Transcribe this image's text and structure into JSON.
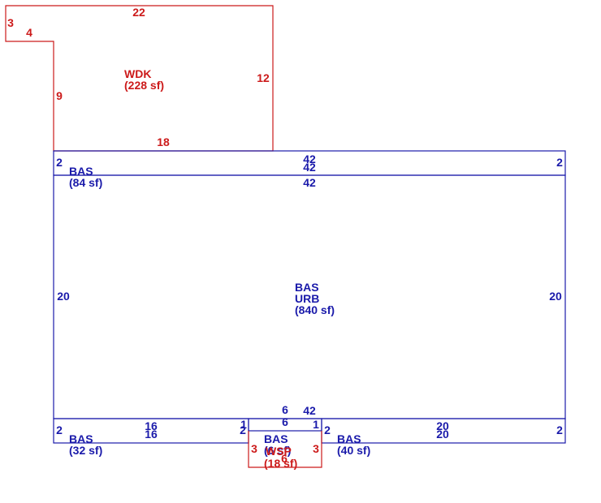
{
  "colors": {
    "building": "#1a1aaa",
    "deck": "#cc1a1a"
  },
  "areas": {
    "wdk": {
      "code": "WDK",
      "area": "(228 sf)"
    },
    "bas_top": {
      "code": "BAS",
      "area": "(84 sf)"
    },
    "bas_main": {
      "code": "BAS",
      "sub": "URB",
      "area": "(840 sf)"
    },
    "bas_left": {
      "code": "BAS",
      "area": "(32 sf)"
    },
    "bas_mid": {
      "code": "BAS",
      "area": "(6 sf)"
    },
    "bas_right": {
      "code": "BAS",
      "area": "(40 sf)"
    },
    "wsp": {
      "code": "WSP",
      "area": "(18 sf)"
    }
  },
  "dimensions": {
    "wdk_top": "22",
    "wdk_notch_left": "3",
    "wdk_notch_top": "4",
    "wdk_left": "9",
    "wdk_right": "12",
    "wdk_bottom": "18",
    "top_strip_left": "2",
    "top_strip_right": "2",
    "top_strip_top": "42",
    "top_strip_bottom": "42",
    "main_top": "42",
    "main_left": "20",
    "main_right": "20",
    "main_bottom": "42",
    "left_side": "2",
    "left_top": "16",
    "left_bottom": "16",
    "left_inner_1": "1",
    "left_inner_2": "2",
    "mid_top": "6",
    "mid_inner_top": "6",
    "mid_right_1": "1",
    "mid_right_2": "2",
    "wsp_left": "3",
    "wsp_right": "3",
    "wsp_bottom": "6",
    "right_top": "20",
    "right_bottom": "20",
    "right_side": "2"
  }
}
